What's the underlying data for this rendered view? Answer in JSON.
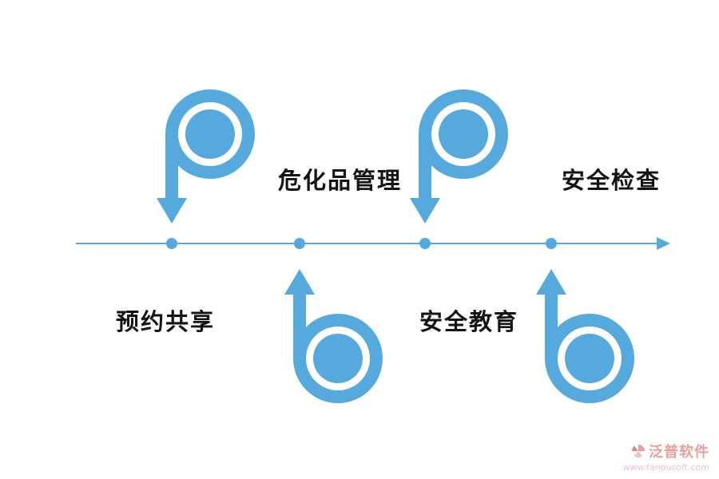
{
  "diagram": {
    "accent_color": "#56A9DC",
    "text_color": "#141414",
    "items": [
      {
        "label": "预约共享",
        "label_side": "below",
        "icon_side": "above",
        "icon": "loop-arrow-down"
      },
      {
        "label": "危化品管理",
        "label_side": "above",
        "icon_side": "below",
        "icon": "loop-arrow-up"
      },
      {
        "label": "安全教育",
        "label_side": "below",
        "icon_side": "above",
        "icon": "loop-arrow-down"
      },
      {
        "label": "安全检查",
        "label_side": "above",
        "icon_side": "below",
        "icon": "loop-arrow-up"
      }
    ]
  },
  "watermark": {
    "brand": "泛普软件",
    "url": "www.fanpusoft.com",
    "brand_color": "#E89E9E"
  }
}
